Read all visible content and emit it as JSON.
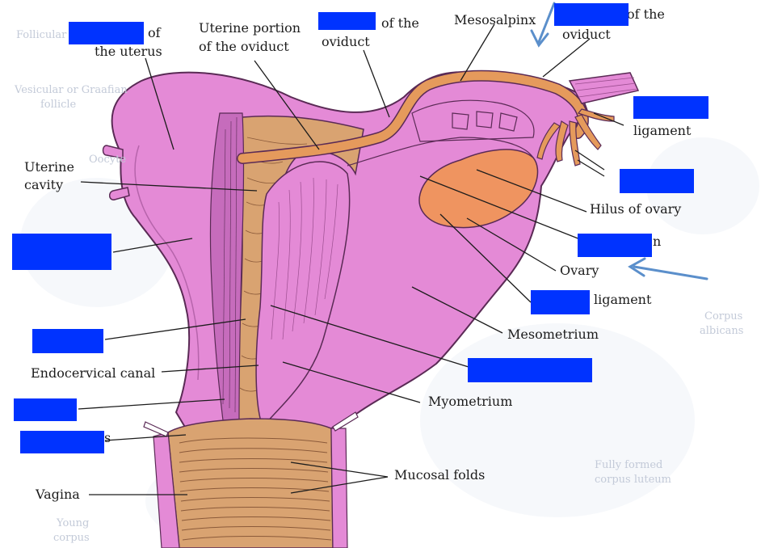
{
  "labels": {
    "of_the_uterus_a": "of",
    "of_the_uterus_b": "the uterus",
    "uterine_portion_a": "Uterine portion",
    "uterine_portion_b": "of the oviduct",
    "of_the_oviduct_a": "of the",
    "of_the_oviduct_b": "oviduct",
    "mesosalpinx": "Mesosalpinx",
    "oviduct_tr_a": "of the",
    "oviduct_tr_b": "oviduct",
    "ligament_right": "ligament",
    "uterine_cavity_a": "Uterine",
    "uterine_cavity_b": "cavity",
    "hilus": "Hilus of ovary",
    "partial_n": "n",
    "ovary": "Ovary",
    "ligament_ov": "ligament",
    "mesometrium": "Mesometrium",
    "endocervical": "Endocervical canal",
    "myometrium": "Myometrium",
    "partial_s": "s",
    "mucosal": "Mucosal folds",
    "vagina": "Vagina"
  },
  "background_text": {
    "b1": "Follicular",
    "b2": "Vesicular or Graafian",
    "b3": "follicle",
    "b4": "Oocyte",
    "b5": "Corpus",
    "b6": "albicans",
    "b7": "Fully formed",
    "b8": "corpus luteum",
    "b9": "Young",
    "b10": "corpus"
  },
  "colors": {
    "uterus_pink": "#e48ad6",
    "uterus_pink_dark": "#c66cbc",
    "orange": "#ef9460",
    "tan": "#d9a371",
    "mask_blue": "#0033ff",
    "arrow_blue": "#5b8fcb"
  }
}
